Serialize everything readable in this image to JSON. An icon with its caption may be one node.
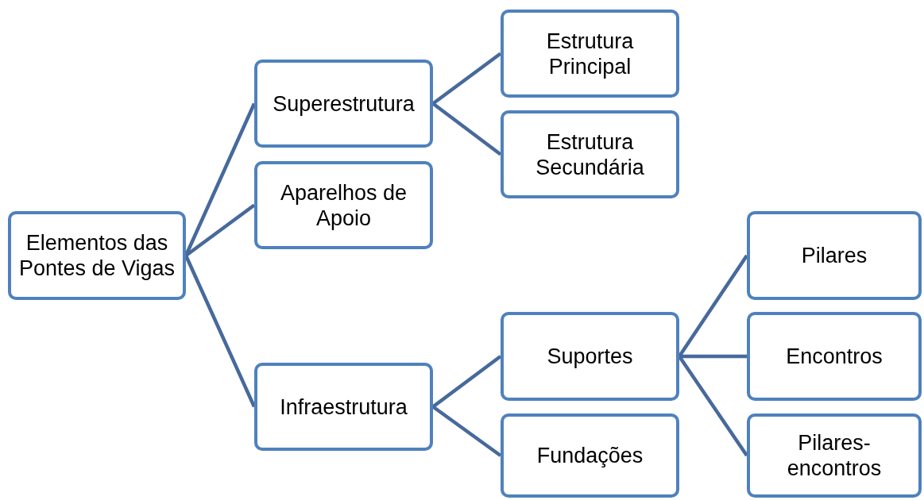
{
  "diagram": {
    "nodes": [
      {
        "text": [
          "Elementos das Pontes de Vigas"
        ]
      },
      {
        "text": [
          "Superestrutura"
        ]
      },
      {
        "text": [
          "Aparelhos de Apoio"
        ]
      },
      {
        "text": [
          "Infraestrutura"
        ]
      },
      {
        "text": [
          "Estrutura Principal"
        ]
      },
      {
        "text": [
          "Estrutura Secundária"
        ]
      },
      {
        "text": [
          "Suportes"
        ]
      },
      {
        "text": [
          "Fundações"
        ]
      },
      {
        "text": [
          "Pilares"
        ]
      },
      {
        "text": [
          "Encontros"
        ]
      },
      {
        "text": [
          "Pilares-encontros"
        ]
      }
    ],
    "edges": [
      {
        "from": 0,
        "to": 1,
        "arrow": "none"
      },
      {
        "from": 0,
        "to": 2,
        "arrow": "none"
      },
      {
        "from": 0,
        "to": 3,
        "arrow": "none"
      },
      {
        "from": 1,
        "to": 4,
        "arrow": "none"
      },
      {
        "from": 1,
        "to": 5,
        "arrow": "none"
      },
      {
        "from": 3,
        "to": 6,
        "arrow": "none"
      },
      {
        "from": 3,
        "to": 7,
        "arrow": "none"
      },
      {
        "from": 6,
        "to": 8,
        "arrow": "none"
      },
      {
        "from": 6,
        "to": 9,
        "arrow": "none"
      },
      {
        "from": 6,
        "to": 10,
        "arrow": "none"
      }
    ]
  }
}
